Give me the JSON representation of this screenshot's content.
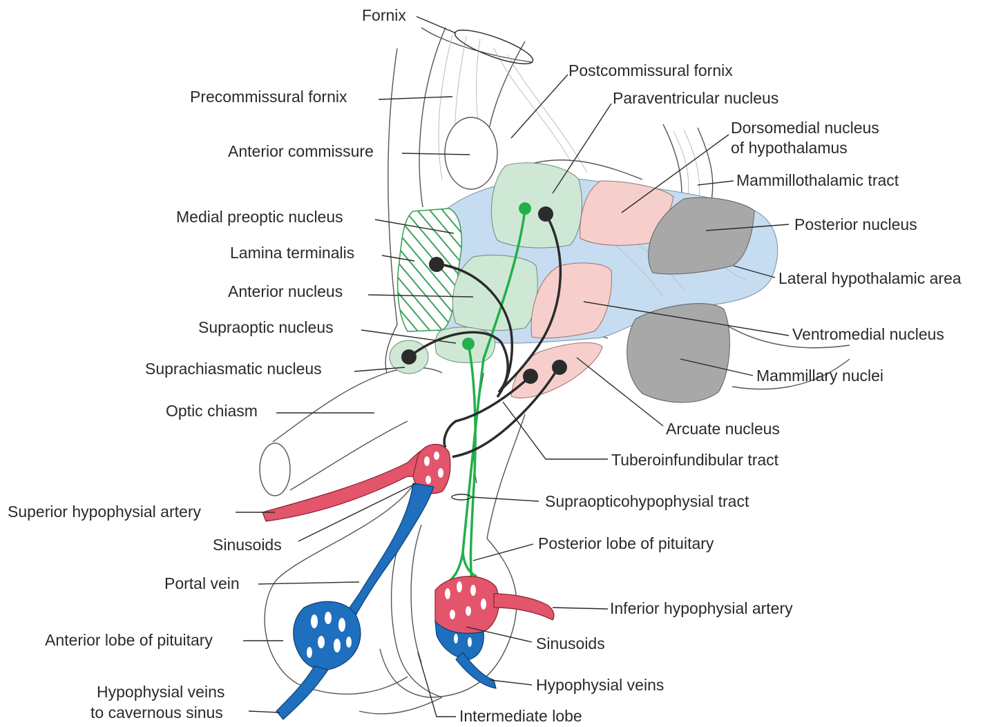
{
  "labels": {
    "fornix": "Fornix",
    "postcommissural_fornix": "Postcommissural fornix",
    "precommissural_fornix": "Precommissural fornix",
    "paraventricular_nucleus": "Paraventricular nucleus",
    "dorsomedial_line1": "Dorsomedial nucleus",
    "dorsomedial_line2": "of hypothalamus",
    "anterior_commissure": "Anterior commissure",
    "mammillothalamic_tract": "Mammillothalamic tract",
    "medial_preoptic_nucleus": "Medial preoptic nucleus",
    "posterior_nucleus": "Posterior nucleus",
    "lamina_terminalis": "Lamina terminalis",
    "lateral_hypothalamic_area": "Lateral hypothalamic area",
    "anterior_nucleus": "Anterior nucleus",
    "supraoptic_nucleus": "Supraoptic nucleus",
    "ventromedial_nucleus": "Ventromedial nucleus",
    "suprachiasmatic_nucleus": "Suprachiasmatic nucleus",
    "mammillary_nuclei": "Mammillary nuclei",
    "optic_chiasm": "Optic chiasm",
    "arcuate_nucleus": "Arcuate nucleus",
    "tuberoinfundibular_tract": "Tuberoinfundibular tract",
    "superior_hypophysial_artery": "Superior hypophysial artery",
    "supraopticohypophysial_tract": "Supraopticohypophysial tract",
    "sinusoids_left": "Sinusoids",
    "posterior_lobe": "Posterior lobe of pituitary",
    "portal_vein": "Portal vein",
    "inferior_hypophysial_artery": "Inferior hypophysial artery",
    "anterior_lobe": "Anterior lobe of pituitary",
    "sinusoids_right": "Sinusoids",
    "hypophysial_veins_left_line1": "Hypophysial veins",
    "hypophysial_veins_left_line2": "to cavernous sinus",
    "hypophysial_veins_right": "Hypophysial veins",
    "intermediate_lobe": "Intermediate lobe"
  },
  "colors": {
    "hypothalamus_area": "#c6dcf0",
    "green_nucleus": "#cfe8d6",
    "pink_nucleus": "#f6cfcc",
    "gray_nucleus": "#a8a8a8",
    "neuron_green": "#22b04b",
    "neuron_black": "#2b2b2b",
    "artery_red": "#e2556b",
    "vein_blue": "#1f6fbf",
    "hatch_green": "#3aa35a"
  }
}
